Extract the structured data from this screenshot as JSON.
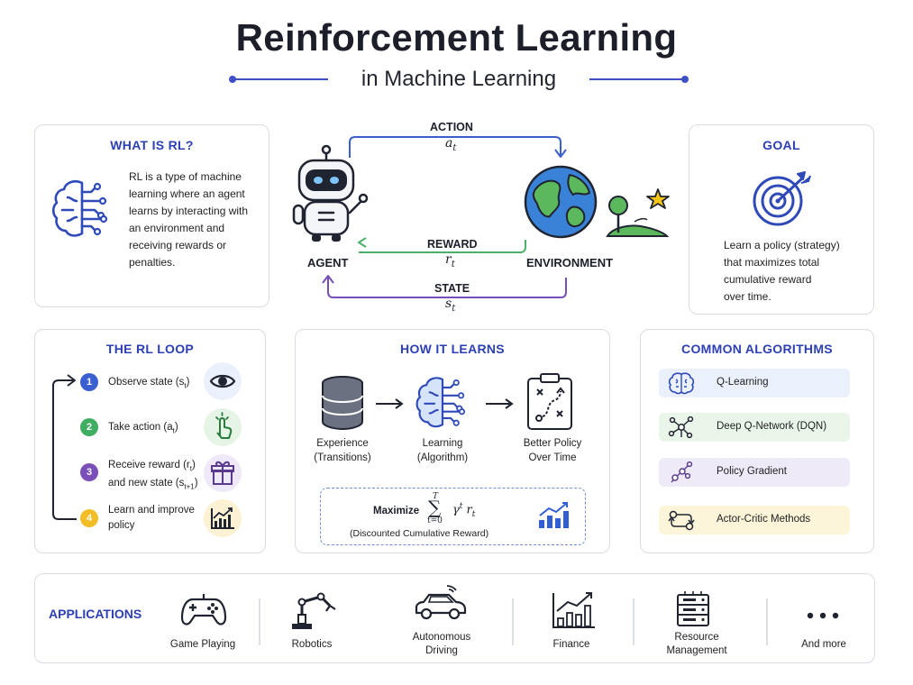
{
  "header": {
    "title": "Reinforcement Learning",
    "subtitle": "in Machine Learning"
  },
  "what_is_rl": {
    "title": "WHAT IS RL?",
    "lines": [
      "RL is a type of machine",
      "learning where an agent",
      "learns by interacting with",
      "an environment and",
      "receiving rewards or",
      "penalties."
    ],
    "icon": "brain-circuit-icon"
  },
  "loop_diagram": {
    "action_label": "ACTION",
    "action_symbol": "a",
    "action_sub": "t",
    "reward_label": "REWARD",
    "reward_symbol": "r",
    "reward_sub": "t",
    "state_label": "STATE",
    "state_symbol": "s",
    "state_sub": "t",
    "agent_label": "AGENT",
    "environment_label": "ENVIRONMENT"
  },
  "goal": {
    "title": "GOAL",
    "lines": [
      "Learn a policy (strategy)",
      "that maximizes total",
      "cumulative reward",
      "over time."
    ],
    "icon": "target-icon"
  },
  "rl_loop": {
    "title": "THE RL LOOP",
    "steps": [
      {
        "num": "1",
        "text": "Observe state (s",
        "sub": "t",
        "end": ")",
        "text2": "",
        "color": "#3a5fd0",
        "icon": "eye-icon"
      },
      {
        "num": "2",
        "text": "Take action (a",
        "sub": "t",
        "end": ")",
        "text2": "",
        "color": "#3fae62",
        "icon": "pointer-hand-icon"
      },
      {
        "num": "3",
        "text": "Receive reward (r",
        "sub": "t",
        "end": ")",
        "text2": "and new state (s",
        "sub2": "t+1",
        "end2": ")",
        "color": "#7b4fb8",
        "icon": "gift-icon"
      },
      {
        "num": "4",
        "text": "Learn and improve",
        "sub": "",
        "end": "",
        "text2": "policy",
        "color": "#f2bd25",
        "icon": "growth-chart-icon"
      }
    ]
  },
  "how_it_learns": {
    "title": "HOW IT LEARNS",
    "stages": [
      {
        "line1": "Experience",
        "line2": "(Transitions)",
        "icon": "database-icon"
      },
      {
        "line1": "Learning",
        "line2": "(Algorithm)",
        "icon": "brain-circuit-icon"
      },
      {
        "line1": "Better Policy",
        "line2": "Over Time",
        "icon": "strategy-board-icon"
      }
    ],
    "maximize": "Maximize",
    "sum_top": "T",
    "sum_bottom": "t=0",
    "formula_gamma": "γ",
    "formula_t": "t",
    "formula_r": "r",
    "formula_rt": "t",
    "caption": "(Discounted Cumulative Reward)"
  },
  "algorithms": {
    "title": "COMMON ALGORITHMS",
    "items": [
      {
        "label": "Q-Learning",
        "bg": "#eaf1fc",
        "icon": "brain-icon"
      },
      {
        "label": "Deep Q-Network (DQN)",
        "bg": "#e8f5e8",
        "icon": "network-nodes-icon"
      },
      {
        "label": "Policy Gradient",
        "bg": "#efeaf8",
        "icon": "graph-nodes-icon"
      },
      {
        "label": "Actor-Critic Methods",
        "bg": "#fdf5d9",
        "icon": "actor-critic-icon"
      }
    ]
  },
  "applications": {
    "title": "APPLICATIONS",
    "items": [
      {
        "label1": "Game Playing",
        "label2": "",
        "icon": "gamepad-icon"
      },
      {
        "label1": "Robotics",
        "label2": "",
        "icon": "robot-arm-icon"
      },
      {
        "label1": "Autonomous",
        "label2": "Driving",
        "icon": "car-icon"
      },
      {
        "label1": "Finance",
        "label2": "",
        "icon": "finance-chart-icon"
      },
      {
        "label1": "Resource",
        "label2": "Management",
        "icon": "server-icon"
      },
      {
        "label1": "And more",
        "label2": "",
        "icon": "more-dots-icon"
      }
    ]
  },
  "colors": {
    "accent_blue": "#2c3fb3",
    "action_arrow": "#3a5fc8",
    "reward_arrow": "#4caf6a",
    "state_arrow": "#7a4fb5"
  }
}
